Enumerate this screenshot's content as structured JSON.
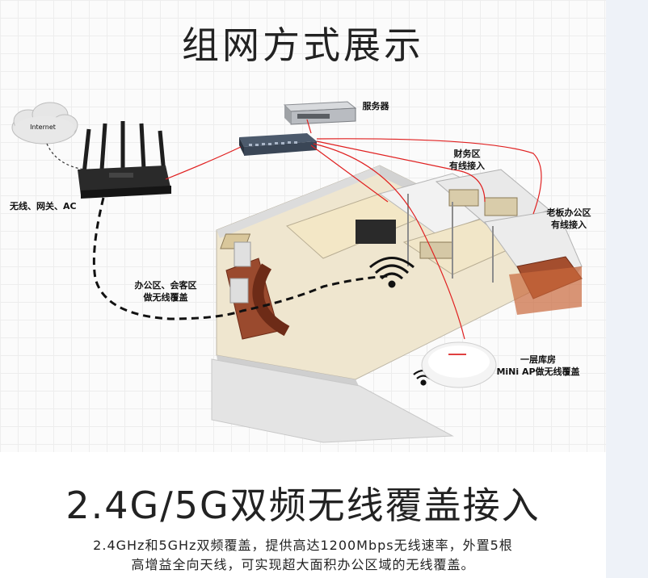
{
  "header": {
    "title": "组网方式展示"
  },
  "diagram": {
    "labels": {
      "internet": "Internet",
      "server": "服务器",
      "router": "无线、网关、AC",
      "finance": [
        "财务区",
        "有线接入"
      ],
      "boss": [
        "老板办公区",
        "有线接入"
      ],
      "office": [
        "办公区、会客区",
        "做无线覆盖"
      ],
      "warehouse": [
        "一层库房",
        "MiNi AP做无线覆盖"
      ]
    }
  },
  "feature": {
    "title": "2.4G/5G双频无线覆盖接入",
    "description_line1": "2.4GHz和5GHz双频覆盖，提供高达1200Mbps无线速率，外置5根",
    "description_line2": "高增益全向天线，可实现超大面积办公区域的无线覆盖。"
  },
  "colors": {
    "link_red": "#e02020",
    "floor": "#f0e2bd",
    "wall": "#e7e7e7",
    "accent_brown": "#8a3a22"
  },
  "icons": [
    "cloud-icon",
    "router-icon",
    "switch-icon",
    "server-icon",
    "wifi-signal-icon",
    "ceiling-ap-icon"
  ]
}
